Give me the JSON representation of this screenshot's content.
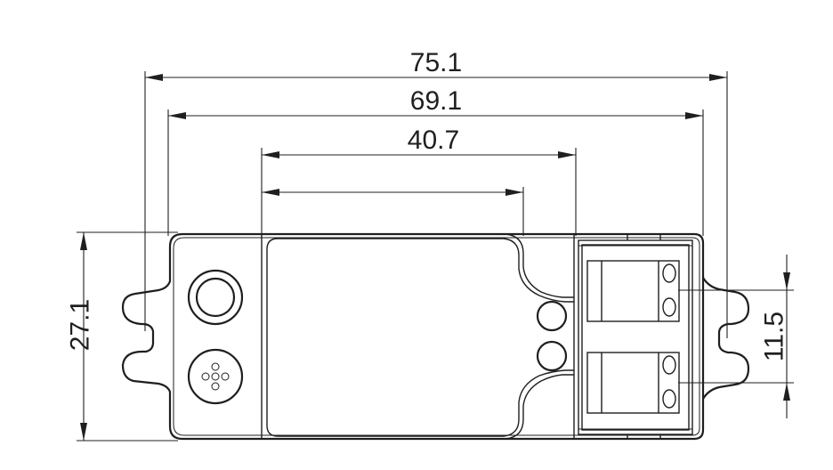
{
  "dimensions": {
    "overall_length": "75.1",
    "mounting_hole_distance": "69.1",
    "cover_length": "40.7",
    "height": "27.1",
    "terminal_pitch": "11.5"
  }
}
